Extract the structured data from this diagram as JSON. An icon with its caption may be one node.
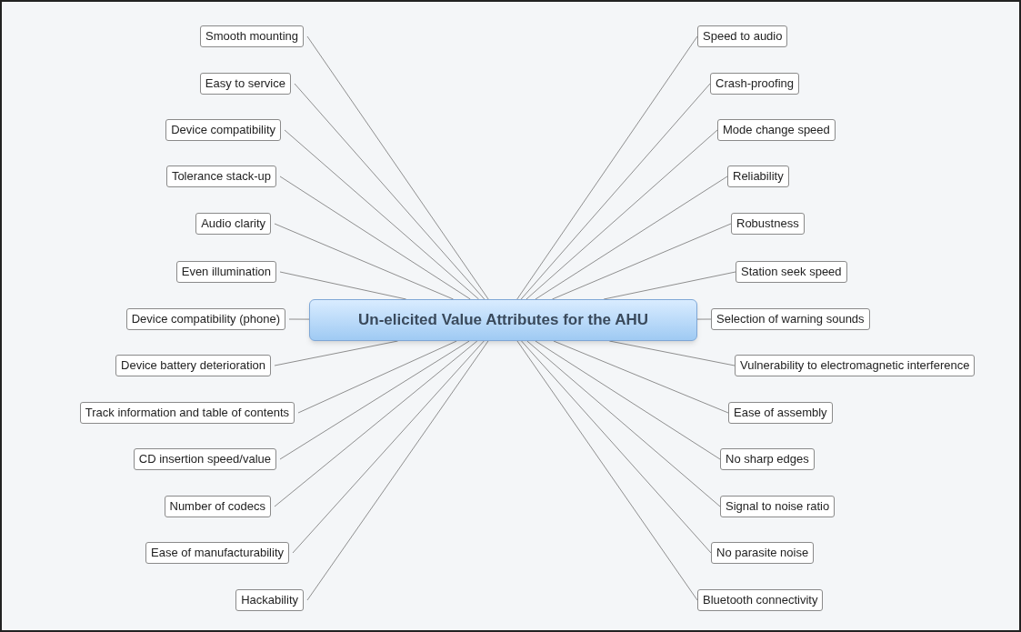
{
  "diagram": {
    "nodes": [
      {
        "text": [
          "Un-elicited Value Attributes for the AHU"
        ]
      },
      {
        "text": [
          "Smooth mounting"
        ]
      },
      {
        "text": [
          "Easy to service"
        ]
      },
      {
        "text": [
          "Device compatibility"
        ]
      },
      {
        "text": [
          "Tolerance stack-up"
        ]
      },
      {
        "text": [
          "Audio clarity"
        ]
      },
      {
        "text": [
          "Even illumination"
        ]
      },
      {
        "text": [
          "Device compatibility (phone)"
        ]
      },
      {
        "text": [
          "Device battery deterioration"
        ]
      },
      {
        "text": [
          "Track information and table of contents"
        ]
      },
      {
        "text": [
          "CD insertion speed/value"
        ]
      },
      {
        "text": [
          "Number of codecs"
        ]
      },
      {
        "text": [
          "Ease of manufacturability"
        ]
      },
      {
        "text": [
          "Hackability"
        ]
      },
      {
        "text": [
          "Speed to audio"
        ]
      },
      {
        "text": [
          "Crash-proofing"
        ]
      },
      {
        "text": [
          "Mode change speed"
        ]
      },
      {
        "text": [
          "Reliability"
        ]
      },
      {
        "text": [
          "Robustness"
        ]
      },
      {
        "text": [
          "Station seek speed"
        ]
      },
      {
        "text": [
          "Selection of warning sounds"
        ]
      },
      {
        "text": [
          "Vulnerability to electromagnetic interference"
        ]
      },
      {
        "text": [
          "Ease of assembly"
        ]
      },
      {
        "text": [
          "No sharp edges"
        ]
      },
      {
        "text": [
          "Signal to noise ratio"
        ]
      },
      {
        "text": [
          "No parasite noise"
        ]
      },
      {
        "text": [
          "Bluetooth connectivity"
        ]
      }
    ],
    "edges": [
      {
        "from": 0,
        "to": 1,
        "arrow": "none"
      },
      {
        "from": 0,
        "to": 2,
        "arrow": "none"
      },
      {
        "from": 0,
        "to": 3,
        "arrow": "none"
      },
      {
        "from": 0,
        "to": 4,
        "arrow": "none"
      },
      {
        "from": 0,
        "to": 5,
        "arrow": "none"
      },
      {
        "from": 0,
        "to": 6,
        "arrow": "none"
      },
      {
        "from": 0,
        "to": 7,
        "arrow": "none"
      },
      {
        "from": 0,
        "to": 8,
        "arrow": "none"
      },
      {
        "from": 0,
        "to": 9,
        "arrow": "none"
      },
      {
        "from": 0,
        "to": 10,
        "arrow": "none"
      },
      {
        "from": 0,
        "to": 11,
        "arrow": "none"
      },
      {
        "from": 0,
        "to": 12,
        "arrow": "none"
      },
      {
        "from": 0,
        "to": 13,
        "arrow": "none"
      },
      {
        "from": 0,
        "to": 14,
        "arrow": "none"
      },
      {
        "from": 0,
        "to": 15,
        "arrow": "none"
      },
      {
        "from": 0,
        "to": 16,
        "arrow": "none"
      },
      {
        "from": 0,
        "to": 17,
        "arrow": "none"
      },
      {
        "from": 0,
        "to": 18,
        "arrow": "none"
      },
      {
        "from": 0,
        "to": 19,
        "arrow": "none"
      },
      {
        "from": 0,
        "to": 20,
        "arrow": "none"
      },
      {
        "from": 0,
        "to": 21,
        "arrow": "none"
      },
      {
        "from": 0,
        "to": 22,
        "arrow": "none"
      },
      {
        "from": 0,
        "to": 23,
        "arrow": "none"
      },
      {
        "from": 0,
        "to": 24,
        "arrow": "none"
      },
      {
        "from": 0,
        "to": 25,
        "arrow": "none"
      },
      {
        "from": 0,
        "to": 26,
        "arrow": "none"
      }
    ]
  }
}
